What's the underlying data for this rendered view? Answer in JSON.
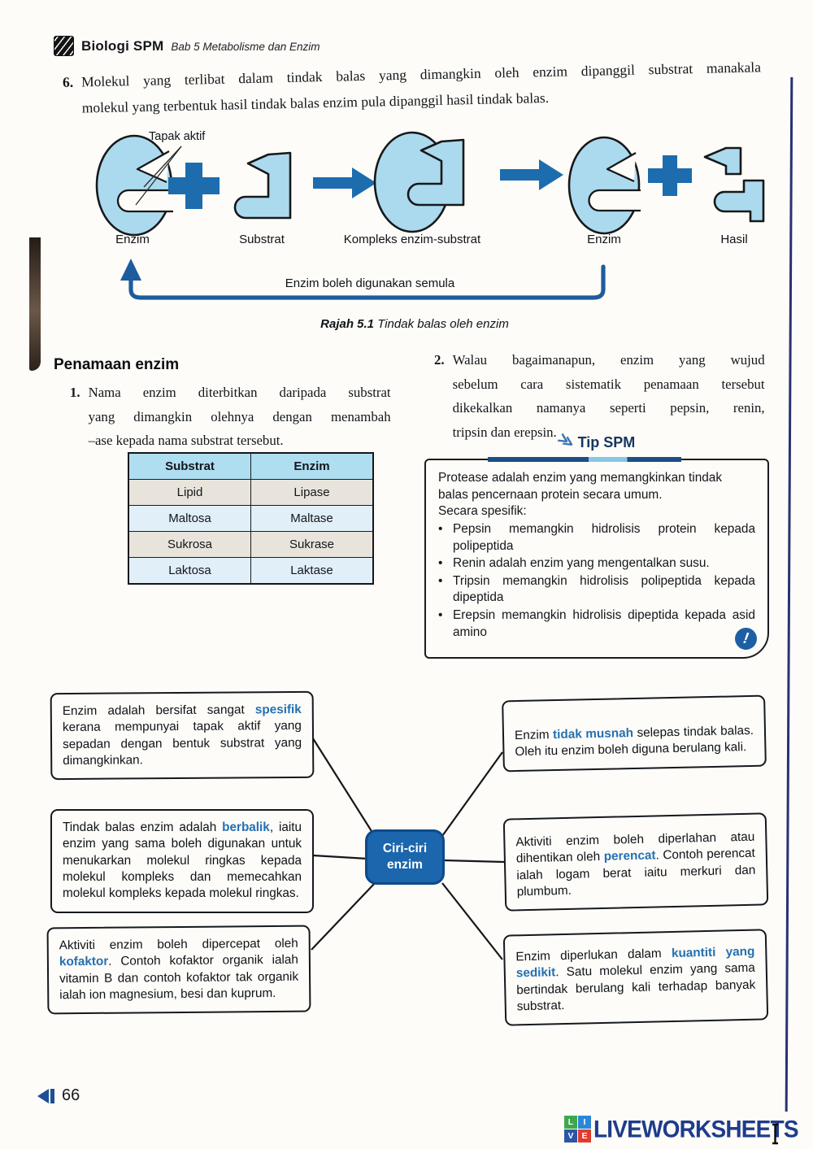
{
  "header": {
    "brand": "Biologi SPM",
    "chapter": "Bab 5  Metabolisme dan Enzim"
  },
  "item6": {
    "number": "6.",
    "line1": "Molekul yang terlibat dalam tindak balas yang dimangkin oleh enzim dipanggil substrat manakala",
    "line2": "molekul yang terbentuk hasil tindak balas enzim pula dipanggil hasil tindak balas."
  },
  "diagram": {
    "active_site": "Tapak aktif",
    "plus": "+",
    "label_enzyme1": "Enzim",
    "label_substrate": "Substrat",
    "label_complex": "Kompleks enzim-substrat",
    "label_enzyme2": "Enzim",
    "label_product": "Hasil",
    "reuse_note": "Enzim boleh digunakan semula",
    "caption_label": "Rajah 5.1",
    "caption_text": " Tindak balas oleh enzim",
    "colors": {
      "shape_light": "#abdaee",
      "shape_dark": "#1d6cae"
    }
  },
  "naming": {
    "heading": "Penamaan enzim",
    "item1": {
      "number": "1.",
      "lines": [
        "Nama enzim diterbitkan daripada substrat",
        "yang dimangkin olehnya dengan menambah",
        "–ase kepada nama substrat tersebut."
      ]
    },
    "item2": {
      "number": "2.",
      "lines": [
        "Walau bagaimanapun, enzim yang wujud",
        "sebelum cara sistematik penamaan tersebut",
        "dikekalkan namanya seperti pepsin, renin,",
        "tripsin dan erepsin."
      ]
    },
    "table": {
      "headers": [
        "Substrat",
        "Enzim"
      ],
      "rows": [
        [
          "Lipid",
          "Lipase"
        ],
        [
          "Maltosa",
          "Maltase"
        ],
        [
          "Sukrosa",
          "Sukrase"
        ],
        [
          "Laktosa",
          "Laktase"
        ]
      ]
    }
  },
  "tip": {
    "title": "Tip SPM",
    "intro": "Protease adalah enzim yang memangkinkan tindak balas pencernaan protein secara umum.",
    "subtitle": "Secara spesifik:",
    "bullets": [
      "Pepsin memangkin hidrolisis protein kepada polipeptida",
      "Renin adalah enzim yang mengentalkan susu.",
      "Tripsin memangkin hidrolisis polipeptida kepada dipeptida",
      "Erepsin memangkin hidrolisis dipeptida kepada asid amino"
    ],
    "alert_glyph": "!"
  },
  "mindmap": {
    "keyword_color": "#2470b3",
    "center": {
      "line1": "Ciri-ciri",
      "line2": "enzim"
    },
    "boxes": [
      {
        "parts": [
          {
            "t": "Enzim adalah bersifat sangat "
          },
          {
            "t": "spesifik",
            "k": true
          },
          {
            "t": " kerana mempunyai tapak aktif yang sepadan dengan bentuk substrat yang dimangkinkan."
          }
        ]
      },
      {
        "parts": [
          {
            "t": "Tindak balas enzim adalah "
          },
          {
            "t": "berbalik",
            "k": true
          },
          {
            "t": ", iaitu enzim yang sama boleh digunakan untuk menukarkan molekul ringkas kepada molekul kompleks dan memecahkan molekul kompleks kepada molekul ringkas."
          }
        ]
      },
      {
        "parts": [
          {
            "t": "Aktiviti enzim boleh dipercepat oleh "
          },
          {
            "t": "kofaktor",
            "k": true
          },
          {
            "t": ". Contoh kofaktor organik ialah vitamin B dan contoh kofaktor tak organik ialah ion magnesium, besi dan kuprum."
          }
        ]
      },
      {
        "parts": [
          {
            "t": "Enzim "
          },
          {
            "t": "tidak musnah",
            "k": true
          },
          {
            "t": " selepas tindak balas. Oleh itu enzim boleh diguna berulang kali."
          }
        ]
      },
      {
        "parts": [
          {
            "t": "Aktiviti enzim boleh diperlahan atau dihentikan oleh "
          },
          {
            "t": "perencat",
            "k": true
          },
          {
            "t": ". Contoh perencat ialah logam berat iaitu merkuri dan plumbum."
          }
        ]
      },
      {
        "parts": [
          {
            "t": "Enzim diperlukan dalam "
          },
          {
            "t": "kuantiti yang sedikit",
            "k": true
          },
          {
            "t": ". Satu molekul enzim yang sama bertindak berulang kali terhadap banyak substrat."
          }
        ]
      }
    ]
  },
  "footer": {
    "page": "66",
    "logo_text": "LIVEWORKSHEETS",
    "logo_tiles": [
      {
        "ch": "L",
        "bg": "#3fa84c"
      },
      {
        "ch": "I",
        "bg": "#2f86d6"
      },
      {
        "ch": "V",
        "bg": "#2b55a5"
      },
      {
        "ch": "E",
        "bg": "#e23b2e"
      }
    ]
  }
}
